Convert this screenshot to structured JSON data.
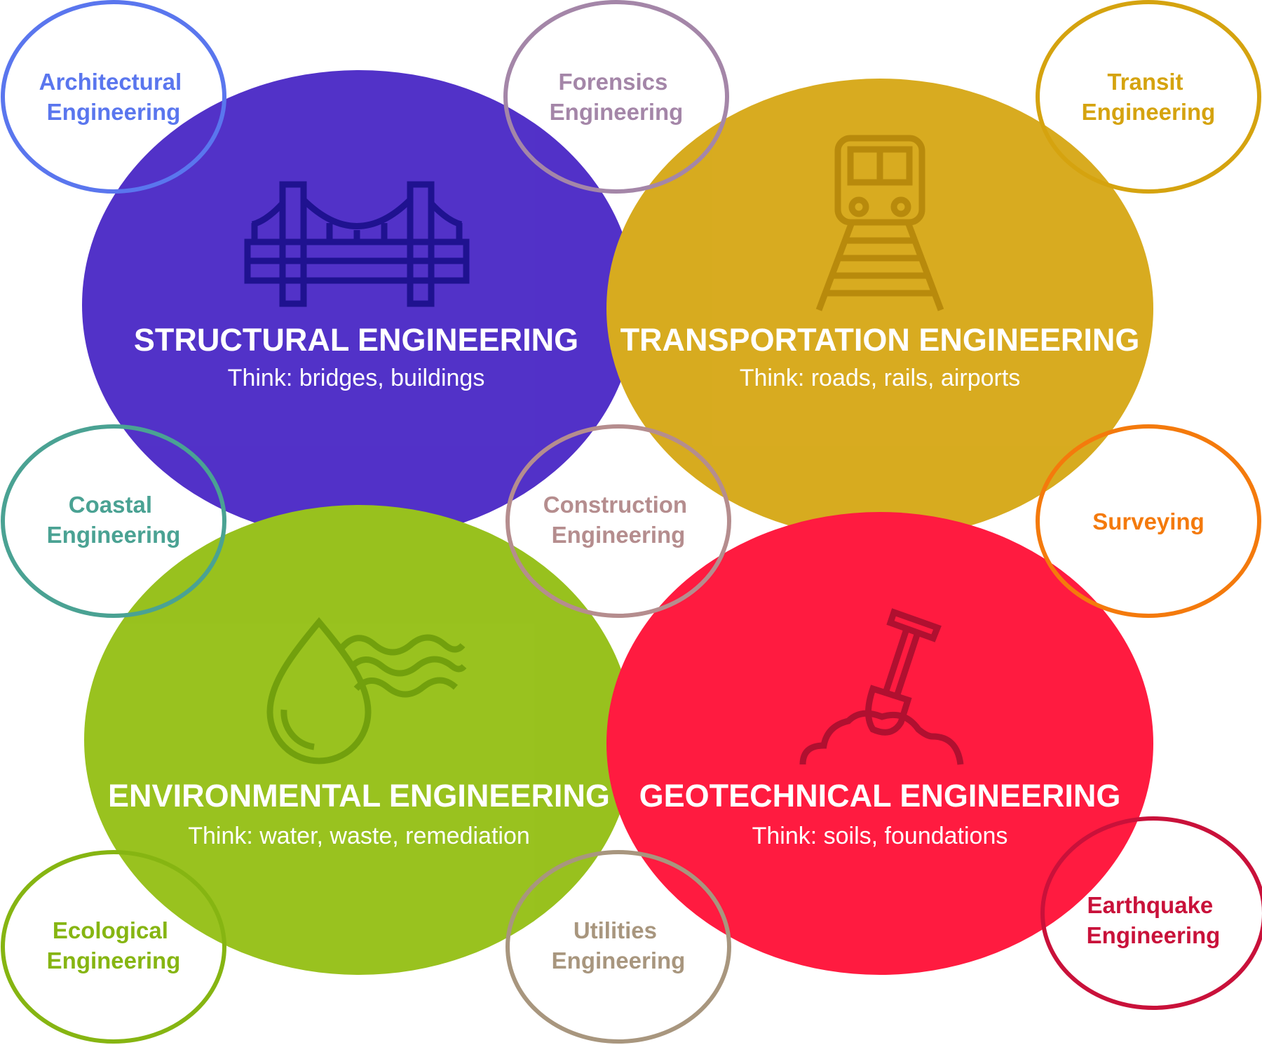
{
  "main_areas": {
    "structural": {
      "title": "STRUCTURAL ENGINEERING",
      "subtitle": "Think: bridges, buildings",
      "color": "#4522c4",
      "icon": "bridge-icon"
    },
    "transportation": {
      "title": "TRANSPORTATION ENGINEERING",
      "subtitle": "Think: roads, rails, airports",
      "color": "#d5a50f",
      "icon": "train-icon"
    },
    "environmental": {
      "title": "ENVIRONMENTAL ENGINEERING",
      "subtitle": "Think: water, waste, remediation",
      "color": "#91bd0e",
      "icon": "water-drop-icon"
    },
    "geotechnical": {
      "title": "GEOTECHNICAL ENGINEERING",
      "subtitle": "Think: soils, foundations",
      "color": "#ff0a32",
      "icon": "shovel-icon"
    }
  },
  "sub_areas": {
    "architectural": {
      "line1": "Architectural",
      "line2": "Engineering",
      "color": "#5a76ee"
    },
    "forensics": {
      "line1": "Forensics",
      "line2": "Engineering",
      "color": "#a486a8"
    },
    "transit": {
      "line1": "Transit",
      "line2": "Engineering",
      "color": "#d5a30f"
    },
    "coastal": {
      "line1": "Coastal",
      "line2": "Engineering",
      "color": "#4aa293"
    },
    "construction": {
      "line1": "Construction",
      "line2": "Engineering",
      "color": "#b58d8e"
    },
    "surveying": {
      "line1": "Surveying",
      "color": "#f47a0c"
    },
    "ecological": {
      "line1": "Ecological",
      "line2": "Engineering",
      "color": "#86b512"
    },
    "utilities": {
      "line1": "Utilities",
      "line2": "Engineering",
      "color": "#a8967e"
    },
    "earthquake": {
      "line1": "Earthquake",
      "line2": "Engineering",
      "color": "#c9113a"
    }
  }
}
